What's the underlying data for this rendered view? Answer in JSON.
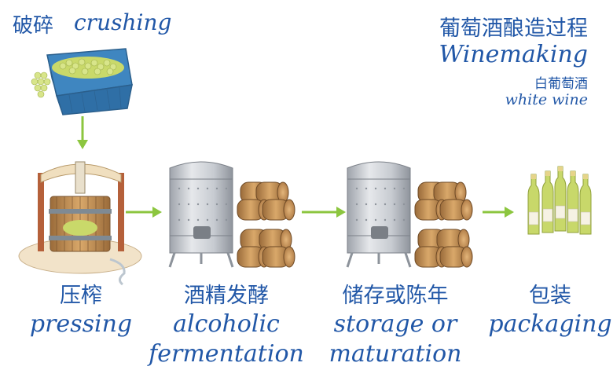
{
  "header": {
    "crushing_zh": "破碎",
    "crushing_en": "crushing",
    "title_zh": "葡萄酒酿造过程",
    "title_en": "Winemaking",
    "subtitle_zh": "白葡萄酒",
    "subtitle_en": "white wine"
  },
  "steps": [
    {
      "zh": "压榨",
      "en": "pressing"
    },
    {
      "zh": "酒精发酵",
      "en_line1": "alcoholic",
      "en_line2": "fermentation"
    },
    {
      "zh": "储存或陈年",
      "en_line1": "storage or",
      "en_line2": "maturation"
    },
    {
      "zh": "包装",
      "en": "packaging"
    }
  ],
  "colors": {
    "text_blue": "#2157a7",
    "arrow_green": "#8cc63f",
    "crate_blue": "#4a8fc4",
    "grape_green": "#c9d96a",
    "wood": "#b98a55",
    "steel": "#c9ccd2",
    "bottle_green": "#c8d86a"
  }
}
